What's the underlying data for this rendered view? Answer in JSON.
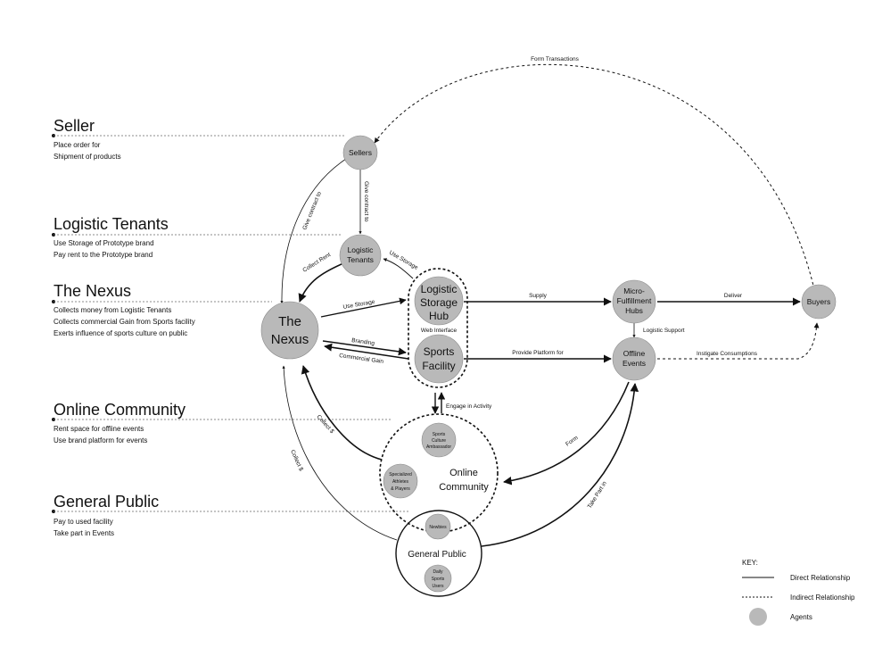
{
  "sections": [
    {
      "title": "Seller",
      "lines": [
        "Place order for",
        "Shipment of products"
      ]
    },
    {
      "title": "Logistic Tenants",
      "lines": [
        "Use Storage of Prototype brand",
        "Pay rent to the Prototype brand"
      ]
    },
    {
      "title": "The Nexus",
      "lines": [
        "Collects money from Logistic Tenants",
        "Collects commercial Gain from Sports facility",
        "Exerts influence of sports culture on public"
      ]
    },
    {
      "title": "Online Community",
      "lines": [
        "Rent space for offline events",
        "Use brand platform for events"
      ]
    },
    {
      "title": "General Public",
      "lines": [
        "Pay to used facility",
        "Take part in Events"
      ]
    }
  ],
  "nodes": {
    "sellers": "Sellers",
    "logistic_tenants": [
      "Logistic",
      "Tenants"
    ],
    "nexus": [
      "The",
      "Nexus"
    ],
    "storage_hub": [
      "Logistic",
      "Storage",
      "Hub"
    ],
    "web_interface": "Web Interface",
    "sports_facility": [
      "Sports",
      "Facility"
    ],
    "micro_hubs": [
      "Micro-",
      "Fulfillment",
      "Hubs"
    ],
    "offline_events": [
      "Offline",
      "Events"
    ],
    "buyers": "Buyers",
    "online_community": [
      "Online",
      "Community"
    ],
    "ambassador": [
      "Sports",
      "Culture",
      "Ambassador"
    ],
    "athletes": [
      "Specialized",
      "Athletes",
      "& Players"
    ],
    "general_public": "General Public",
    "newbies": "Newbies",
    "daily_users": [
      "Daily",
      "Sports",
      "Users"
    ]
  },
  "edges": {
    "form_transactions": "Form Transactions",
    "give_contract_right": "Give contract to",
    "give_contract_left": "Give contract to",
    "collect_rent": "Collect Rent",
    "use_storage_tenants": "Use Storage",
    "use_storage_nexus": "Use Storage",
    "branding": "Branding",
    "commercial_gain": "Commercial Gain",
    "supply": "Supply",
    "deliver": "Deliver",
    "logistic_support": "Logistic Support",
    "provide_platform": "Provide Platform for",
    "instigate": "Instigate Consumptions",
    "engage": "Engage in Activity",
    "form": "Form",
    "collect_community": "Collect $",
    "collect_public": "Collect $",
    "take_part": "Take Part in"
  },
  "key": {
    "title": "KEY:",
    "direct": "Direct Relationship",
    "indirect": "Indirect Relationship",
    "agents": "Agents"
  },
  "colors": {
    "agent_fill": "#b9b9b9",
    "line": "#111111"
  }
}
